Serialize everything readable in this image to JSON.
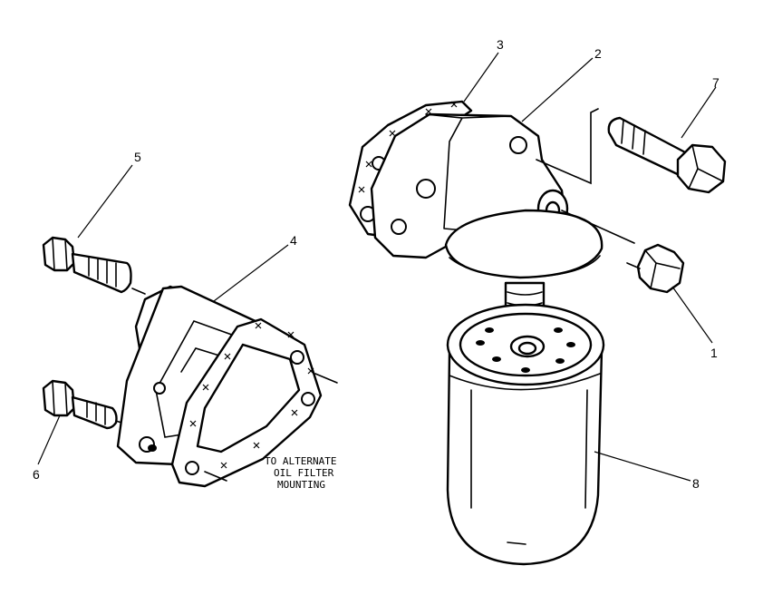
{
  "callouts": {
    "c1": "1",
    "c2": "2",
    "c3": "3",
    "c4": "4",
    "c5": "5",
    "c6": "6",
    "c7": "7",
    "c8": "8"
  },
  "note": {
    "line1": "TO ALTERNATE",
    "line2": "OIL FILTER",
    "line3": "MOUNTING"
  }
}
